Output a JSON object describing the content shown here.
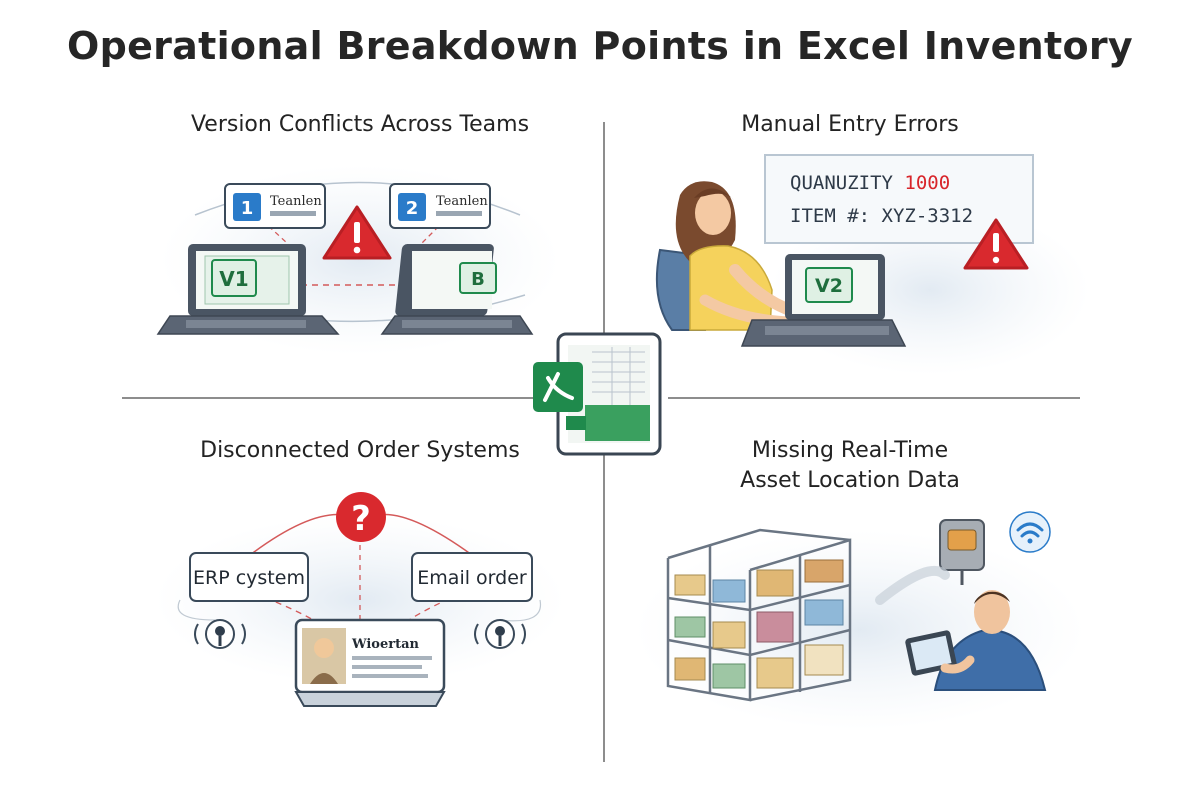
{
  "title": "Operational Breakdown Points in Excel Inventory",
  "quadrants": {
    "version_conflicts": {
      "title": "Version Conflicts Across Teams",
      "team_card_1": {
        "number": "1",
        "label": "Teanlen"
      },
      "team_card_2": {
        "number": "2",
        "label": "Teanlen"
      },
      "laptop_1_label": "V1",
      "laptop_2_label": "B"
    },
    "manual_entry": {
      "title": "Manual Entry Errors",
      "note_line_1_prefix": "QUANUZITY ",
      "note_line_1_value": "1000",
      "note_line_2": "ITEM #: XYZ-3312",
      "laptop_label": "V2"
    },
    "disconnected_orders": {
      "title": "Disconnected Order Systems",
      "question_mark": "?",
      "erp_label": "ERP cystem",
      "email_label": "Email order",
      "monitor_label": "Wioertan"
    },
    "missing_location": {
      "title_line_1": "Missing Real-Time",
      "title_line_2": "Asset Location Data"
    }
  },
  "colors": {
    "excel_green": "#1f8a4c",
    "warning_red": "#d9292e",
    "highlight_red": "#d8262b",
    "team_blue": "#2a7bc9",
    "line_red": "#d45a5a"
  }
}
